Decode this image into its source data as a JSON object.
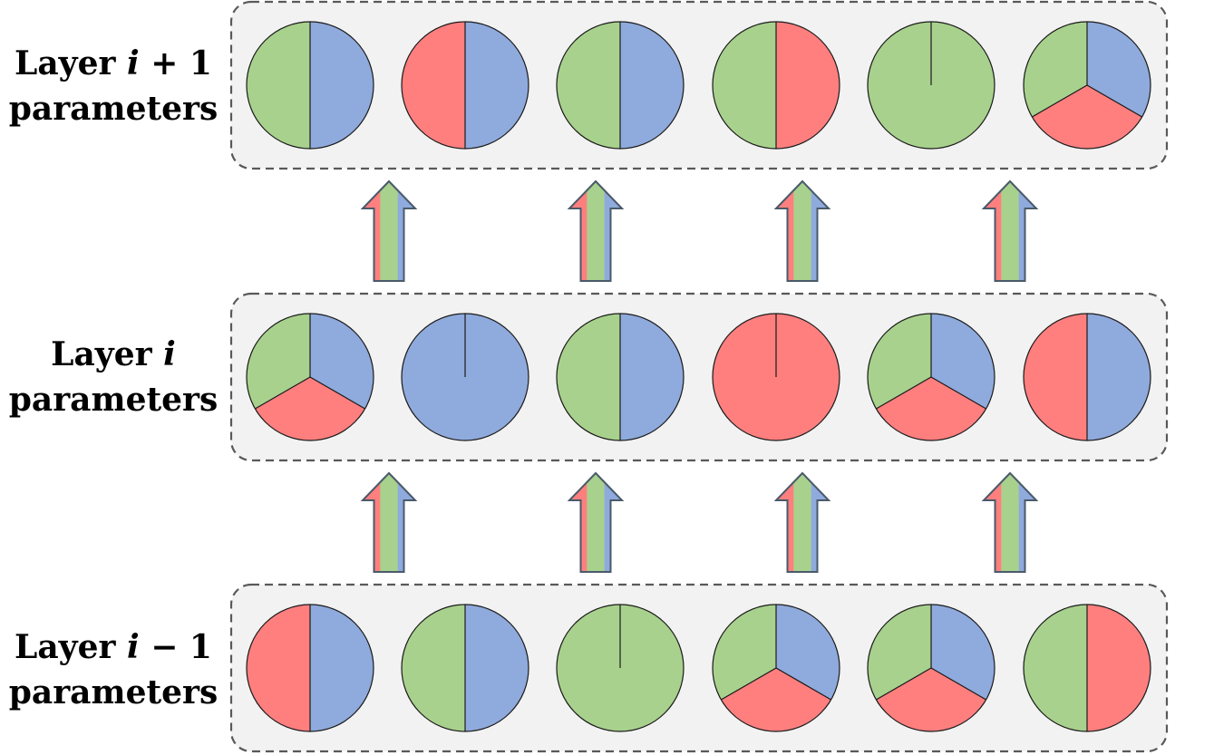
{
  "colors": {
    "green": "#a8d18d",
    "blue": "#8faadc",
    "red": "#ff7f7f",
    "panel_fill": "#f2f2f2",
    "panel_border": "#595959",
    "circle_stroke": "#1a1a1a",
    "arrow_stroke": "#4a5a6a"
  },
  "layers": [
    {
      "id": "layer-i-plus-1",
      "label_prefix": "Layer ",
      "label_var": "i",
      "label_suffix": " + 1",
      "label_line2": "parameters",
      "nodes": [
        [
          "blue",
          "green"
        ],
        [
          "blue",
          "red"
        ],
        [
          "blue",
          "green"
        ],
        [
          "red",
          "green"
        ],
        [
          "green"
        ],
        [
          "blue",
          "red",
          "green"
        ]
      ]
    },
    {
      "id": "layer-i",
      "label_prefix": "Layer ",
      "label_var": "i",
      "label_suffix": "",
      "label_line2": "parameters",
      "nodes": [
        [
          "blue",
          "red",
          "green"
        ],
        [
          "blue"
        ],
        [
          "blue",
          "green"
        ],
        [
          "red"
        ],
        [
          "blue",
          "red",
          "green"
        ],
        [
          "blue",
          "red"
        ]
      ]
    },
    {
      "id": "layer-i-minus-1",
      "label_prefix": "Layer ",
      "label_var": "i",
      "label_suffix": " − 1",
      "label_line2": "parameters",
      "nodes": [
        [
          "blue",
          "red"
        ],
        [
          "blue",
          "green"
        ],
        [
          "green"
        ],
        [
          "blue",
          "red",
          "green"
        ],
        [
          "blue",
          "red",
          "green"
        ],
        [
          "red",
          "green"
        ]
      ]
    }
  ],
  "arrow_rows": [
    {
      "between": [
        "layer-i-minus-1",
        "layer-i"
      ],
      "count": 4,
      "stripes": [
        "red",
        "green",
        "blue"
      ]
    },
    {
      "between": [
        "layer-i",
        "layer-i-plus-1"
      ],
      "count": 4,
      "stripes": [
        "red",
        "green",
        "blue"
      ]
    }
  ]
}
